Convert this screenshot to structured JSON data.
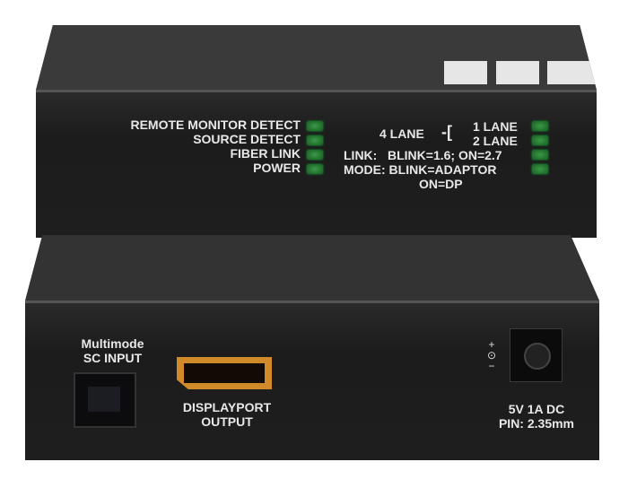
{
  "transmitter": {
    "left_labels": [
      "REMOTE MONITOR DETECT",
      "SOURCE DETECT",
      "FIBER LINK",
      "POWER"
    ],
    "lane_4": "4 LANE",
    "lane_1": "1 LANE",
    "lane_2": "2 LANE",
    "link": "LINK:   BLINK=1.6; ON=2.7",
    "mode": "MODE: BLINK=ADAPTOR",
    "mode_on": "ON=DP",
    "led_color": "#2f9a3e"
  },
  "receiver": {
    "sc_input": [
      "Multimode",
      "SC INPUT"
    ],
    "dp_output": [
      "DISPLAYPORT",
      "OUTPUT"
    ],
    "power": [
      "5V 1A DC",
      "PIN: 2.35mm"
    ],
    "dp_port_color": "#d08a2a"
  }
}
